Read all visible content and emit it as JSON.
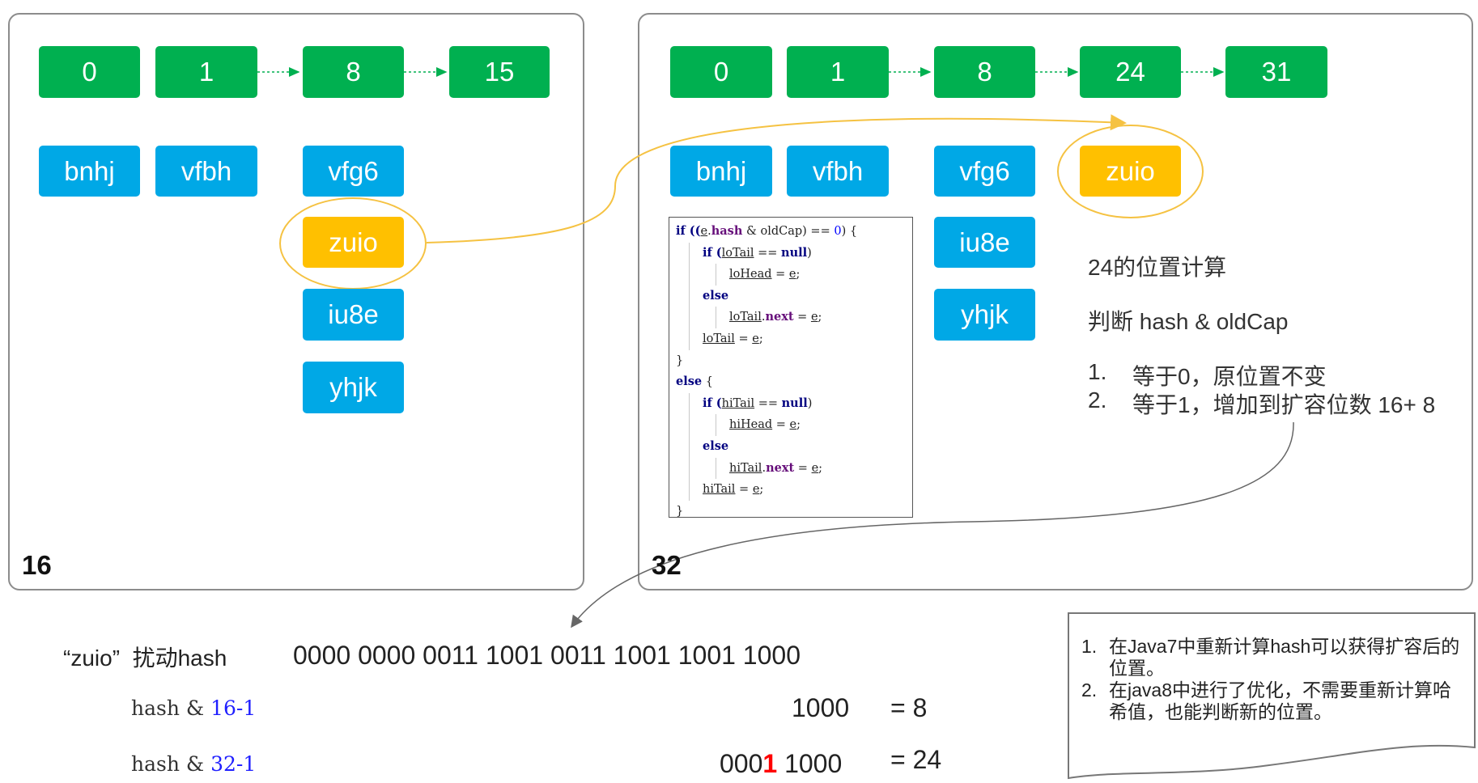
{
  "left_panel": {
    "label": "16",
    "buckets": [
      "0",
      "1",
      "8",
      "15"
    ],
    "nodes": [
      "bnhj",
      "vfbh",
      "vfg6",
      "zuio",
      "iu8e",
      "yhjk"
    ]
  },
  "right_panel": {
    "label": "32",
    "buckets": [
      "0",
      "1",
      "8",
      "24",
      "31"
    ],
    "nodes": [
      "bnhj",
      "vfbh",
      "vfg6",
      "iu8e",
      "yhjk",
      "zuio"
    ]
  },
  "code": {
    "l1": {
      "a": "if ((",
      "b": "e",
      "c": ".",
      "d": "hash",
      "e": " & oldCap) == ",
      "f": "0",
      "g": ") {"
    },
    "l2": {
      "a": "if (",
      "b": "loTail",
      "c": " == ",
      "d": "null",
      "e": ")"
    },
    "l3": {
      "a": "loHead",
      "b": " = ",
      "c": "e",
      "d": ";"
    },
    "l4": {
      "a": "else"
    },
    "l5": {
      "a": "loTail",
      "b": ".",
      "c": "next",
      "d": " = ",
      "e": "e",
      "f": ";"
    },
    "l6": {
      "a": "loTail",
      "b": " = ",
      "c": "e",
      "d": ";"
    },
    "l7": {
      "a": "}"
    },
    "l8": {
      "a": "else",
      "b": " {"
    },
    "l9": {
      "a": "if (",
      "b": "hiTail",
      "c": " == ",
      "d": "null",
      "e": ")"
    },
    "l10": {
      "a": "hiHead",
      "b": " = ",
      "c": "e",
      "d": ";"
    },
    "l11": {
      "a": "else"
    },
    "l12": {
      "a": "hiTail",
      "b": ".",
      "c": "next",
      "d": " = ",
      "e": "e",
      "f": ";"
    },
    "l13": {
      "a": "hiTail",
      "b": " = ",
      "c": "e",
      "d": ";"
    },
    "l14": {
      "a": "}"
    }
  },
  "explain": {
    "title": "24的位置计算",
    "rule": "判断 hash & oldCap",
    "items": [
      {
        "num": "1.",
        "text": "等于0，原位置不变"
      },
      {
        "num": "2.",
        "text": "等于1，增加到扩容位数 16+ 8"
      }
    ]
  },
  "calc": {
    "label": "“zuio”  扰动hash",
    "hash_bits": "0000 0000 0011 1001 0011 1001 1001 1000",
    "row1": {
      "expr_prefix": "hash & ",
      "expr_num": "16-1",
      "bits": "1000",
      "result": "= 8"
    },
    "row2": {
      "expr_prefix": "hash & ",
      "expr_num": "32-1",
      "bits_a": "000",
      "bits_red": "1",
      "bits_b": " 1000",
      "result": "= 24"
    }
  },
  "note": {
    "items": [
      {
        "num": "1.",
        "text": "在Java7中重新计算hash可以获得扩容后的位置。"
      },
      {
        "num": "2.",
        "text": "在java8中进行了优化，不需要重新计算哈希值，也能判断新的位置。"
      }
    ]
  },
  "colors": {
    "bucket": "#00b050",
    "node": "#00a8e6",
    "moved": "#ffc000",
    "highlight_bit": "#ff0000",
    "expr_num": "#1f1fff"
  }
}
